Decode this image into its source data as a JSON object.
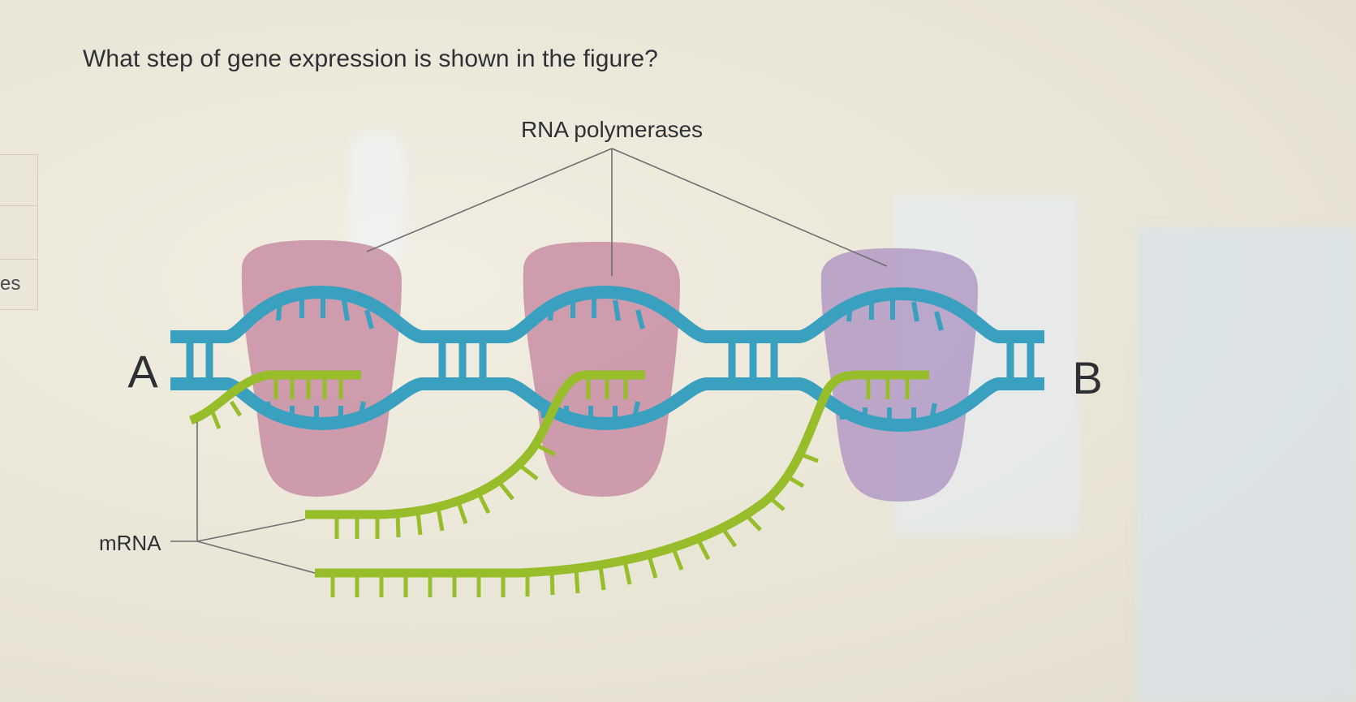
{
  "question": "What step of gene expression is shown in the figure?",
  "sidebar_fragment": "es",
  "figure": {
    "label_polymerases": "RNA polymerases",
    "label_end_a": "A",
    "label_end_b": "B",
    "label_mrna": "mRNA"
  },
  "colors": {
    "dna": "#3aa0bf",
    "mrna": "#97bd2a",
    "polymerase": "#c07d99",
    "leader": "#6f6f72",
    "text": "#2f3036"
  },
  "icons": [
    "rna-polymerase-blob",
    "dna-double-helix",
    "mrna-strand"
  ]
}
